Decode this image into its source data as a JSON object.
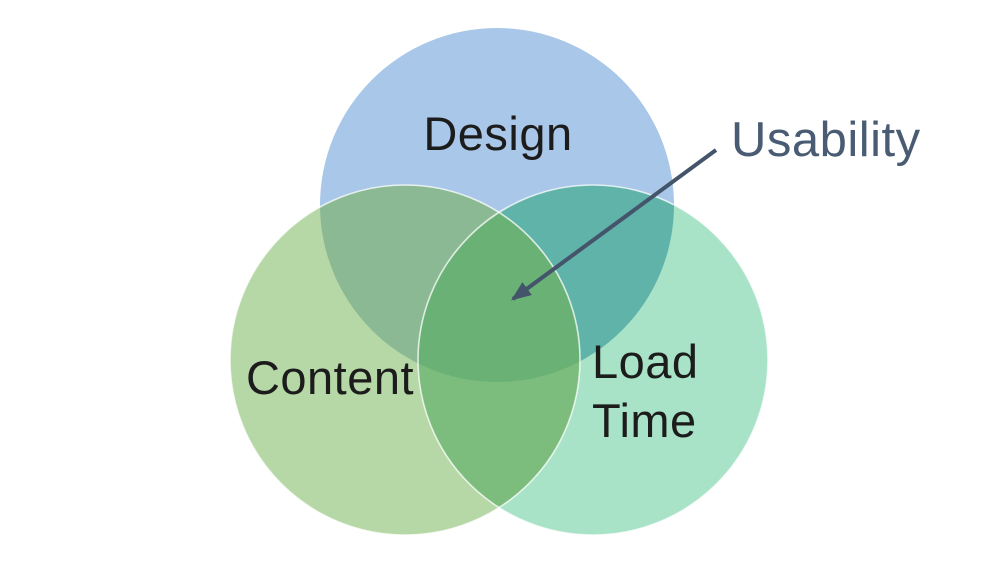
{
  "background_color": "#ffffff",
  "venn": {
    "circles": [
      {
        "name": "design",
        "label": "Design",
        "fill": "#a9c7e8"
      },
      {
        "name": "content",
        "label": "Content",
        "fill": "#b6d7a6"
      },
      {
        "name": "load_time",
        "label": "Load Time",
        "label_line1": "Load",
        "label_line2": "Time",
        "fill": "#a8e2c7"
      }
    ],
    "overlaps": {
      "design_content": "#8bb994",
      "design_load_time": "#60b3a9",
      "content_load_time": "#7cbd7e",
      "center": "#6ab175"
    },
    "label_color": "#1c1c1c"
  },
  "annotation": {
    "label": "Usability",
    "text_color": "#4a5b74",
    "arrow_color": "#44546a",
    "points_to": "center"
  }
}
